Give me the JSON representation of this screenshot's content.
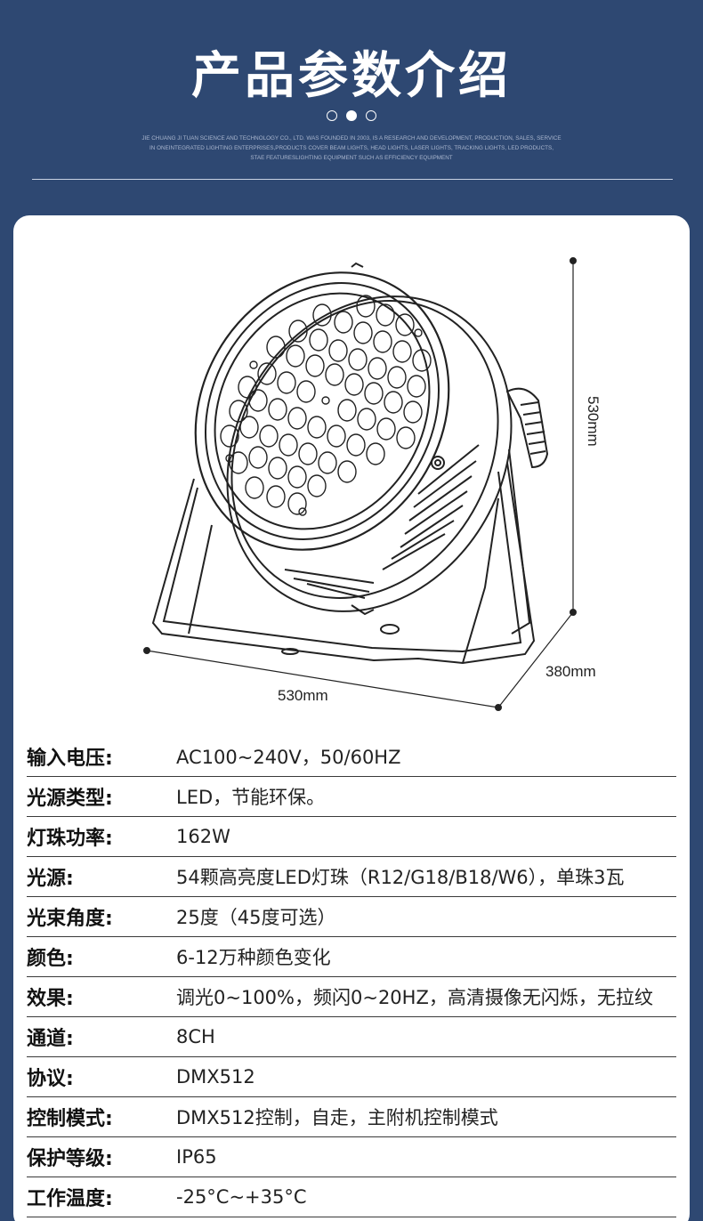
{
  "header": {
    "title": "产品参数介绍",
    "subtext_lines": [
      "JIE CHUANG JI TUAN  SCIENCE AND TECHNOLOGY CO., LTD. WAS FOUNDED IN 2003, IS A RESEARCH AND DEVELOPMENT, PRODUCTION, SALES, SERVICE",
      "IN ONEINTEGRATED LIGHTING ENTERPRISES,PRODUCTS COVER BEAM LIGHTS, HEAD LIGHTS, LASER LIGHTS, TRACKING LIGHTS, LED PRODUCTS,",
      "STAE FEATURESLIGHTING EQUIPMENT SUCH AS EFFICIENCY EQUIPMENT"
    ]
  },
  "dimensions": {
    "height": "530mm",
    "width": "530mm",
    "depth": "380mm"
  },
  "specs": [
    {
      "label": "输入电压:",
      "value": "AC100~240V，50/60HZ"
    },
    {
      "label": "光源类型:",
      "value": "LED，节能环保。"
    },
    {
      "label": "灯珠功率:",
      "value": "162W"
    },
    {
      "label": "光源:",
      "value": "54颗高亮度LED灯珠（R12/G18/B18/W6），单珠3瓦"
    },
    {
      "label": "光束角度:",
      "value": "25度（45度可选）"
    },
    {
      "label": "颜色:",
      "value": "6-12万种颜色变化"
    },
    {
      "label": "效果:",
      "value": "调光0~100%，频闪0~20HZ，高清摄像无闪烁，无拉纹"
    },
    {
      "label": "通道:",
      "value": "8CH"
    },
    {
      "label": "协议:",
      "value": "DMX512"
    },
    {
      "label": "控制模式:",
      "value": "DMX512控制，自走，主附机控制模式"
    },
    {
      "label": "保护等级:",
      "value": "IP65"
    },
    {
      "label": "工作温度:",
      "value": "-25°C~+35°C"
    }
  ]
}
